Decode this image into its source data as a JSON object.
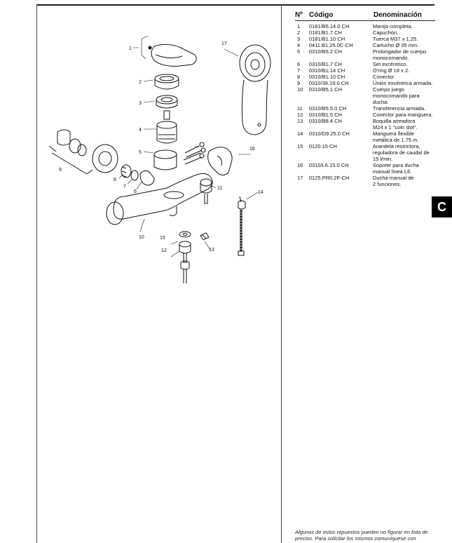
{
  "table": {
    "headers": {
      "num": "Nº",
      "code": "Código",
      "name": "Denominación"
    },
    "rows": [
      {
        "num": "1",
        "code": "0181/B5.14.0 CH",
        "name": [
          "Manija completa."
        ]
      },
      {
        "num": "2",
        "code": "0181/B1.7 CH",
        "name": [
          "Capuchón."
        ]
      },
      {
        "num": "3",
        "code": "0181/B1.10 CH",
        "name": [
          "Tuerca M37 x 1,25."
        ]
      },
      {
        "num": "4",
        "code": "0411.B1.25.0C-CH",
        "name": [
          "Cartucho Ø 35 mm."
        ]
      },
      {
        "num": "5",
        "code": "0310/B5.2 CH",
        "name": [
          "Prolongador de cuerpo",
          "monocomando."
        ]
      },
      {
        "num": "6",
        "code": "0310/B1.7 CH",
        "name": [
          "Set excéntrico."
        ]
      },
      {
        "num": "7",
        "code": "0310/B1.14 CH",
        "name": [
          "O'ring Ø 18 x 2."
        ]
      },
      {
        "num": "8",
        "code": "0310/B1.10 CH",
        "name": [
          "Conector."
        ]
      },
      {
        "num": "9",
        "code": "0310/39.19.0 CH",
        "name": [
          "Unión excéntrica armada."
        ]
      },
      {
        "num": "10",
        "code": "0310/B5.1 CH",
        "name": [
          "Cuerpo juego",
          "monocomando para",
          "ducha."
        ]
      },
      {
        "num": "11",
        "code": "0310/B5.5.0 CH",
        "name": [
          "Transferencia armada."
        ]
      },
      {
        "num": "12",
        "code": "0310/B1.5 CH",
        "name": [
          "Conector para manguera."
        ]
      },
      {
        "num": "13",
        "code": "0310/B8.4 CH",
        "name": [
          "Boquilla aireadora",
          "M24 x 1 \"coin slot\"."
        ]
      },
      {
        "num": "14",
        "code": "0310/D9.25.0 CH",
        "name": [
          "Manguera flexible",
          "metálica de 1,75 m."
        ]
      },
      {
        "num": "15",
        "code": "0120.15 CH",
        "name": [
          "Arandela restrictora,",
          "reguladora de caudal de",
          "15 l/min."
        ]
      },
      {
        "num": "16",
        "code": "0310/L6.15.0 CH",
        "name": [
          "Soporte para ducha",
          "manual línea L6."
        ]
      },
      {
        "num": "17",
        "code": "0125.PR0.2F-CH",
        "name": [
          "Ducha manual de",
          "2 funciones."
        ]
      }
    ]
  },
  "diagram": {
    "callouts": [
      "1",
      "2",
      "3",
      "4",
      "5",
      "6",
      "7",
      "8",
      "9",
      "10",
      "11",
      "12",
      "13",
      "14",
      "15",
      "16",
      "17"
    ]
  },
  "section_tab": {
    "letter": "C"
  },
  "footnote": [
    "Algunos de estos repuestos pueden no figurar en lista de",
    "precios. Para solicitar los mismos comuníquese con"
  ],
  "colors": {
    "ink": "#111111",
    "tab_bg": "#000000",
    "tab_text": "#ffffff"
  }
}
